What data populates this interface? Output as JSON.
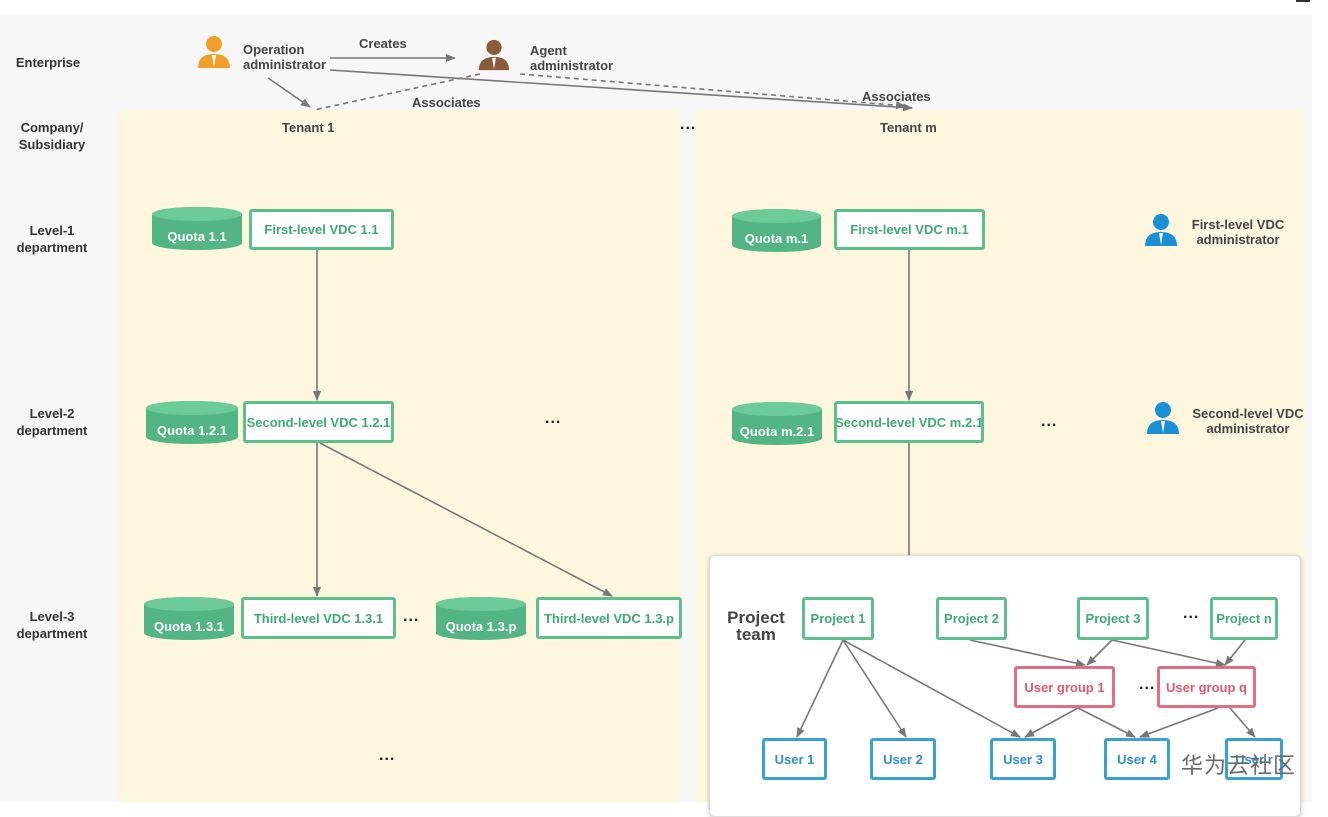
{
  "rows": {
    "enterprise": "Enterprise",
    "company": "Company/ Subsidiary",
    "level1": "Level-1 department",
    "level2": "Level-2 department",
    "level3": "Level-3 department"
  },
  "enterprise": {
    "operation_admin": "Operation administrator",
    "agent_admin": "Agent administrator",
    "creates": "Creates",
    "associates_1": "Associates",
    "associates_2": "Associates"
  },
  "tenants": {
    "tenant_1": "Tenant 1",
    "tenant_m": "Tenant m",
    "ellipsis": "..."
  },
  "tenant1": {
    "quota_1_1": "Quota 1.1",
    "vdc_1_1": "First-level VDC 1.1",
    "quota_1_2_1": "Quota 1.2.1",
    "vdc_1_2_1": "Second-level VDC 1.2.1",
    "quota_1_3_1": "Quota 1.3.1",
    "vdc_1_3_1": "Third-level VDC 1.3.1",
    "quota_1_3_p": "Quota 1.3.p",
    "vdc_1_3_p": "Third-level VDC 1.3.p"
  },
  "tenantm": {
    "quota_m_1": "Quota m.1",
    "vdc_m_1": "First-level VDC m.1",
    "quota_m_2_1": "Quota m.2.1",
    "vdc_m_2_1": "Second-level VDC m.2.1"
  },
  "legend": {
    "first_level_admin": "First-level VDC administrator",
    "second_level_admin": "Second-level VDC administrator"
  },
  "project_team": {
    "title": "Project team",
    "projects": [
      "Project 1",
      "Project 2",
      "Project 3",
      "Project n"
    ],
    "user_groups": [
      "User group 1",
      "User group q"
    ],
    "users": [
      "User 1",
      "User 2",
      "User 3",
      "User 4",
      "User r"
    ]
  },
  "watermark": "华为云社区",
  "colors": {
    "green": "#5dbf8c",
    "red": "#e07080",
    "blue": "#3aa0d8",
    "orange_person": "#f0a02a",
    "brown_person": "#8b5a3a",
    "blue_person": "#1a8fd6",
    "tenant_bg": "#fdf7df"
  }
}
